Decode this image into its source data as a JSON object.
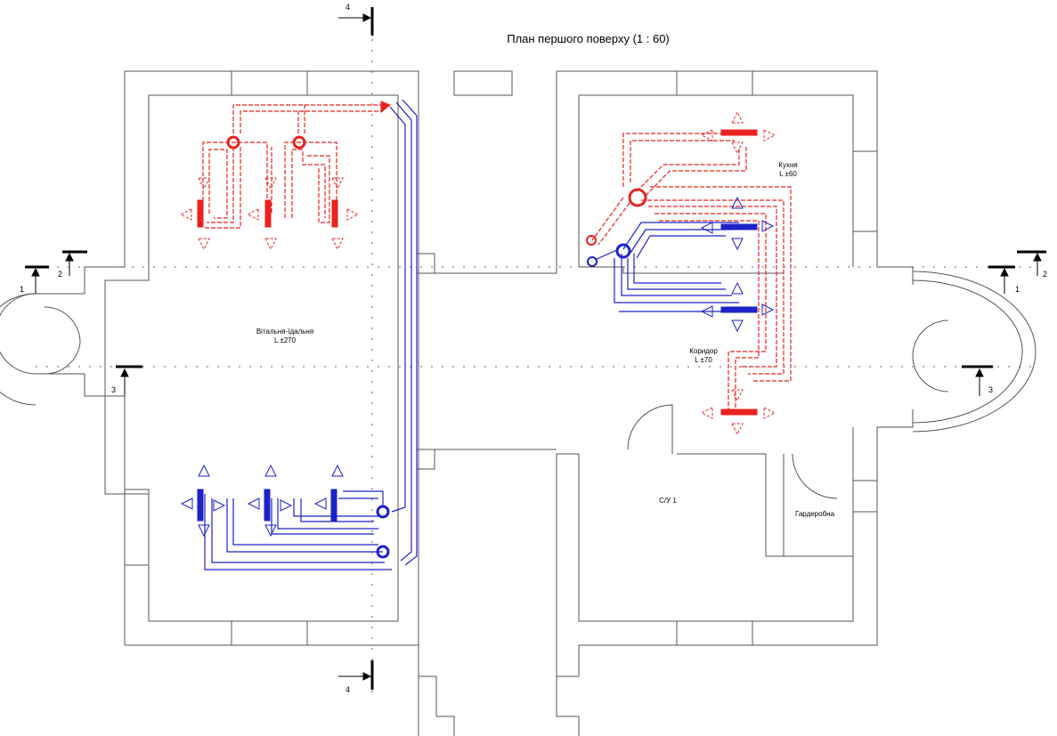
{
  "title": "План першого поверху (1 : 60)",
  "rooms": {
    "living": {
      "name": "Вітальня-їдальня",
      "level": "L ±270"
    },
    "kitchen": {
      "name": "Кухня",
      "level": "L ±60"
    },
    "corridor": {
      "name": "Коридор",
      "level": "L ±70"
    },
    "wc": {
      "name": "С/У 1"
    },
    "wardrobe": {
      "name": "Гардеробна"
    }
  },
  "section_marks": {
    "left_1": "1",
    "left_2": "2",
    "left_3": "3",
    "right_1": "1",
    "right_2": "2",
    "right_3": "3",
    "top_4": "4",
    "bottom_4": "4"
  },
  "colors": {
    "walls": "#555555",
    "heating_supply": "#e8231f",
    "heating_return": "#1d22c8",
    "axis": "#333333"
  }
}
